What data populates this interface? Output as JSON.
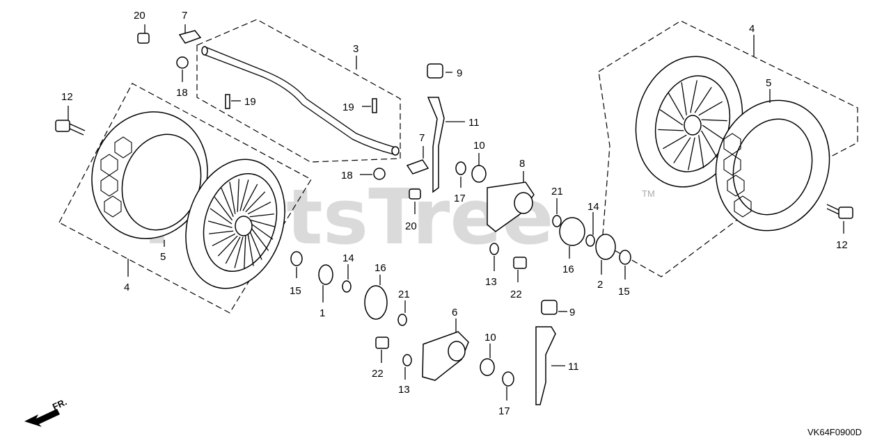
{
  "diagram": {
    "watermark": "PartsTree",
    "watermark_tm": "TM",
    "code": "VK64F0900D",
    "front_label": "FR.",
    "callouts": [
      "20",
      "7",
      "18",
      "3",
      "9",
      "19",
      "19",
      "12",
      "11",
      "7",
      "10",
      "8",
      "18",
      "20",
      "17",
      "4",
      "5",
      "5",
      "4",
      "12",
      "21",
      "14",
      "15",
      "14",
      "16",
      "21",
      "1",
      "13",
      "22",
      "16",
      "2",
      "15",
      "9",
      "6",
      "10",
      "22",
      "13",
      "11",
      "17"
    ]
  }
}
